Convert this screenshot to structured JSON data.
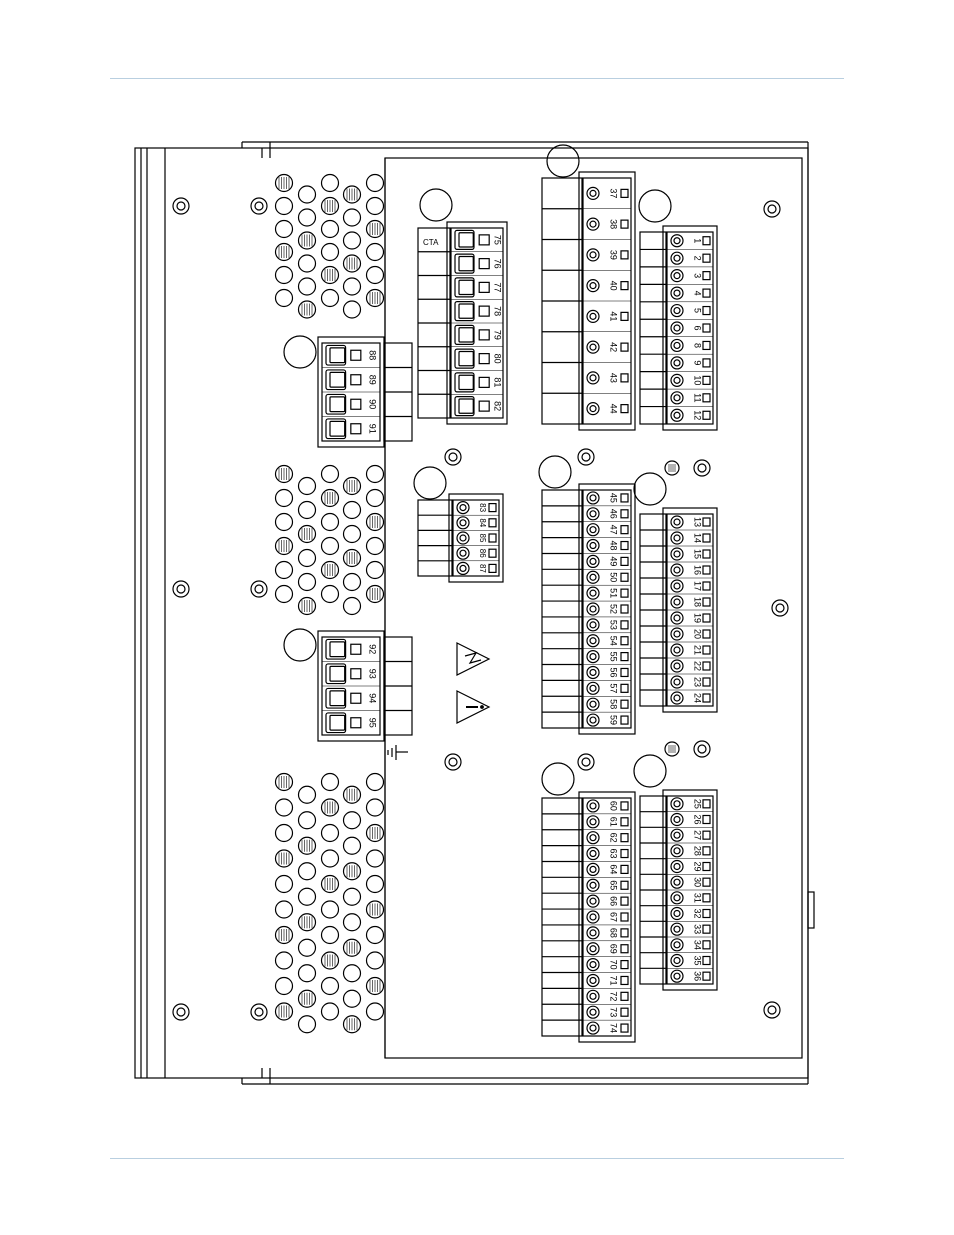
{
  "labels": {
    "cta": "CTA"
  },
  "connectors": {
    "A": [
      "75",
      "76",
      "77",
      "78",
      "79",
      "80",
      "81",
      "82"
    ],
    "B": [
      "37",
      "38",
      "39",
      "40",
      "41",
      "42",
      "43",
      "44"
    ],
    "C": [
      "1",
      "2",
      "3",
      "4",
      "5",
      "6",
      "8",
      "9",
      "10",
      "11",
      "12"
    ],
    "D": [
      "88",
      "89",
      "90",
      "91"
    ],
    "E": [
      "83",
      "84",
      "85",
      "86",
      "87"
    ],
    "F": [
      "45",
      "46",
      "47",
      "48",
      "49",
      "50",
      "51",
      "52",
      "53",
      "54",
      "55",
      "56",
      "57",
      "58",
      "59"
    ],
    "G": [
      "13",
      "14",
      "15",
      "16",
      "17",
      "18",
      "19",
      "20",
      "21",
      "22",
      "23",
      "24"
    ],
    "H": [
      "92",
      "93",
      "94",
      "95"
    ],
    "I": [
      "60",
      "61",
      "62",
      "63",
      "64",
      "65",
      "66",
      "67",
      "68",
      "69",
      "70",
      "71",
      "72",
      "73",
      "74"
    ],
    "J": [
      "25",
      "26",
      "27",
      "28",
      "29",
      "30",
      "31",
      "32",
      "33",
      "34",
      "35",
      "36"
    ]
  },
  "icons": {
    "shock_warning": "electrical-shock-warning-icon",
    "caution": "caution-icon",
    "ground": "chassis-ground-icon"
  }
}
